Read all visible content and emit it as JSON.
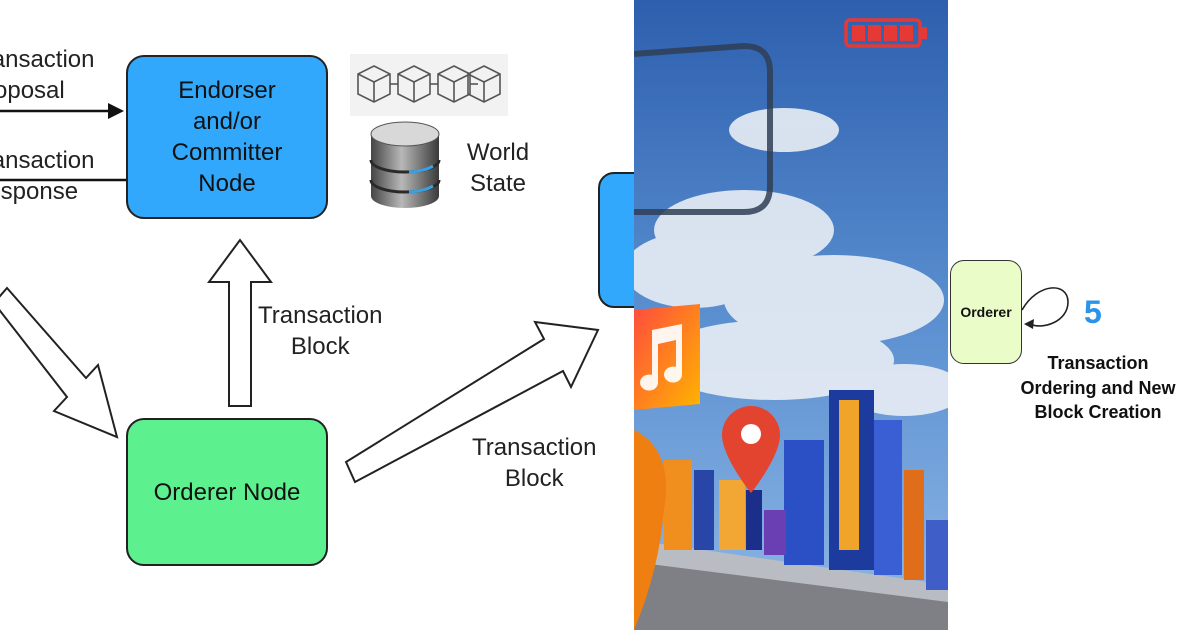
{
  "diagram": {
    "endorser_node": {
      "line1": "Endorser",
      "line2": "and/or",
      "line3": "Committer",
      "line4": "Node"
    },
    "orderer_node": {
      "label": "Orderer Node"
    },
    "proposal_label": {
      "line1": "Transaction",
      "line2": "Proposal"
    },
    "response_label": {
      "line1": "Transaction",
      "line2": "Response"
    },
    "world_state_label": {
      "line1": "World",
      "line2": "State"
    },
    "block_label_up": {
      "line1": "Transaction",
      "line2": "Block"
    },
    "block_label_right": {
      "line1": "Transaction",
      "line2": "Block"
    }
  },
  "right_diagram": {
    "orderer_label": "Orderer",
    "step_number": "5",
    "caption": {
      "line1": "Transaction",
      "line2": "Ordering and New",
      "line3": "Block Creation"
    }
  },
  "icons": [
    "blockchain-blocks-icon",
    "database-icon",
    "battery-icon",
    "music-note-icon",
    "location-pin-icon"
  ],
  "colors": {
    "endorser_fill": "#31a8fb",
    "orderer_fill": "#5cf08f",
    "right_orderer_fill": "#eafdc9",
    "step_number": "#2a93ea",
    "battery": "#e53935",
    "pin": "#e3442f"
  }
}
